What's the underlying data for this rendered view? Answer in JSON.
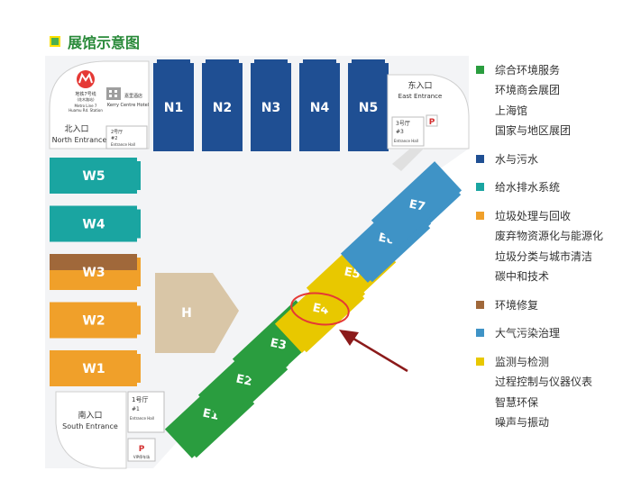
{
  "title": "展馆示意图",
  "halls": {
    "north": [
      "N1",
      "N2",
      "N3",
      "N4",
      "N5"
    ],
    "west": [
      "W5",
      "W4",
      "W3",
      "W2",
      "W1"
    ],
    "east": [
      "E1",
      "E2",
      "E3",
      "E4",
      "E5",
      "E6",
      "E7"
    ],
    "center": "H"
  },
  "entrances": {
    "north_cn": "北入口",
    "north_en": "North Entrance",
    "east_cn": "东入口",
    "east_en": "East Entrance",
    "south_cn": "南入口",
    "south_en": "South Entrance",
    "hall2_cn": "2号厅",
    "hall2_num": "#2",
    "hall2_en": "Entrance Hall",
    "hall3_cn": "3号厅",
    "hall3_num": "#3",
    "hall3_en": "Entrance Hall",
    "hall1_cn": "1号厅",
    "hall1_num": "#1",
    "hall1_en": "Entrance Hall"
  },
  "metro": {
    "cn1": "地铁7号线",
    "cn2": "(花木路站)",
    "en1": "Metro Line 7",
    "en2": "Huamu Rd. Station"
  },
  "hotel": {
    "cn": "嘉里酒店",
    "en": "Kerry Centre Hotel"
  },
  "parking": {
    "symbol": "P",
    "vip": "VIP停车场"
  },
  "colors": {
    "green": "#2a9d3f",
    "navy": "#1f4f93",
    "teal": "#1aa5a1",
    "orange": "#f0a02a",
    "brown": "#a0683a",
    "blue": "#3f93c6",
    "yellow": "#e8c800",
    "highlight": "#e53935",
    "arrow": "#8b1a1a"
  },
  "legend": [
    {
      "label": "综合环境服务",
      "color": "#2a9d3f",
      "sub": [
        "环境商会展团",
        "上海馆",
        "国家与地区展团"
      ]
    },
    {
      "label": "水与污水",
      "color": "#1f4f93",
      "sub": []
    },
    {
      "label": "给水排水系统",
      "color": "#1aa5a1",
      "sub": []
    },
    {
      "label": "垃圾处理与回收",
      "color": "#f0a02a",
      "sub": [
        "废弃物资源化与能源化",
        "垃圾分类与城市清洁",
        "碳中和技术"
      ]
    },
    {
      "label": "环境修复",
      "color": "#a0683a",
      "sub": []
    },
    {
      "label": "大气污染治理",
      "color": "#3f93c6",
      "sub": []
    },
    {
      "label": "监测与检测",
      "color": "#e8c800",
      "sub": [
        "过程控制与仪器仪表",
        "智慧环保",
        "噪声与振动"
      ]
    }
  ]
}
